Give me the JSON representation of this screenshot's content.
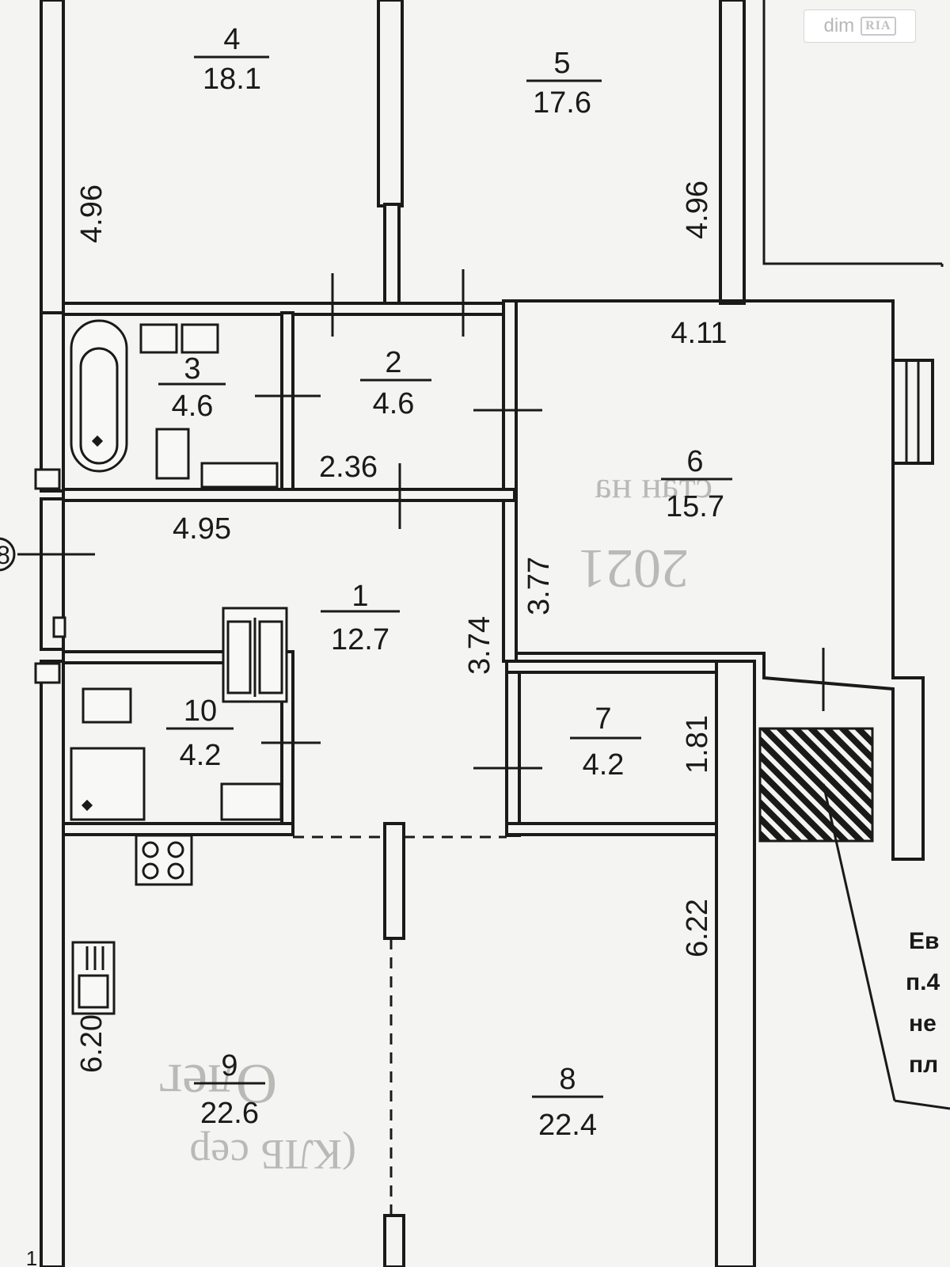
{
  "watermark": {
    "text_left": "dim",
    "text_right": "RIA"
  },
  "rooms": {
    "r1": {
      "number": "1",
      "area": "12.7"
    },
    "r2": {
      "number": "2",
      "area": "4.6"
    },
    "r3": {
      "number": "3",
      "area": "4.6"
    },
    "r4": {
      "number": "4",
      "area": "18.1"
    },
    "r5": {
      "number": "5",
      "area": "17.6"
    },
    "r6": {
      "number": "6",
      "area": "15.7"
    },
    "r7": {
      "number": "7",
      "area": "4.2"
    },
    "r8": {
      "number": "8",
      "area": "22.4"
    },
    "r9": {
      "number": "9",
      "area": "22.6"
    },
    "r10": {
      "number": "10",
      "area": "4.2"
    }
  },
  "dimensions": {
    "room4_height": "4.96",
    "room5_height": "4.96",
    "room6_width": "4.11",
    "room2_width": "2.36",
    "room1_width": "4.95",
    "room6_height": "3.77",
    "room1_height": "3.74",
    "room7_height": "1.81",
    "room8_height": "6.22",
    "room9_height": "6.20"
  },
  "note_lines": [
    "Ев",
    "п.4",
    "не",
    "пл"
  ],
  "background_stamp": {
    "line1": "стан на",
    "line2": "2021",
    "line3": "Олег",
    "line4": "(КЛБ сер"
  },
  "edge_marks": {
    "left_circle": "8",
    "bottom_left": "1"
  }
}
